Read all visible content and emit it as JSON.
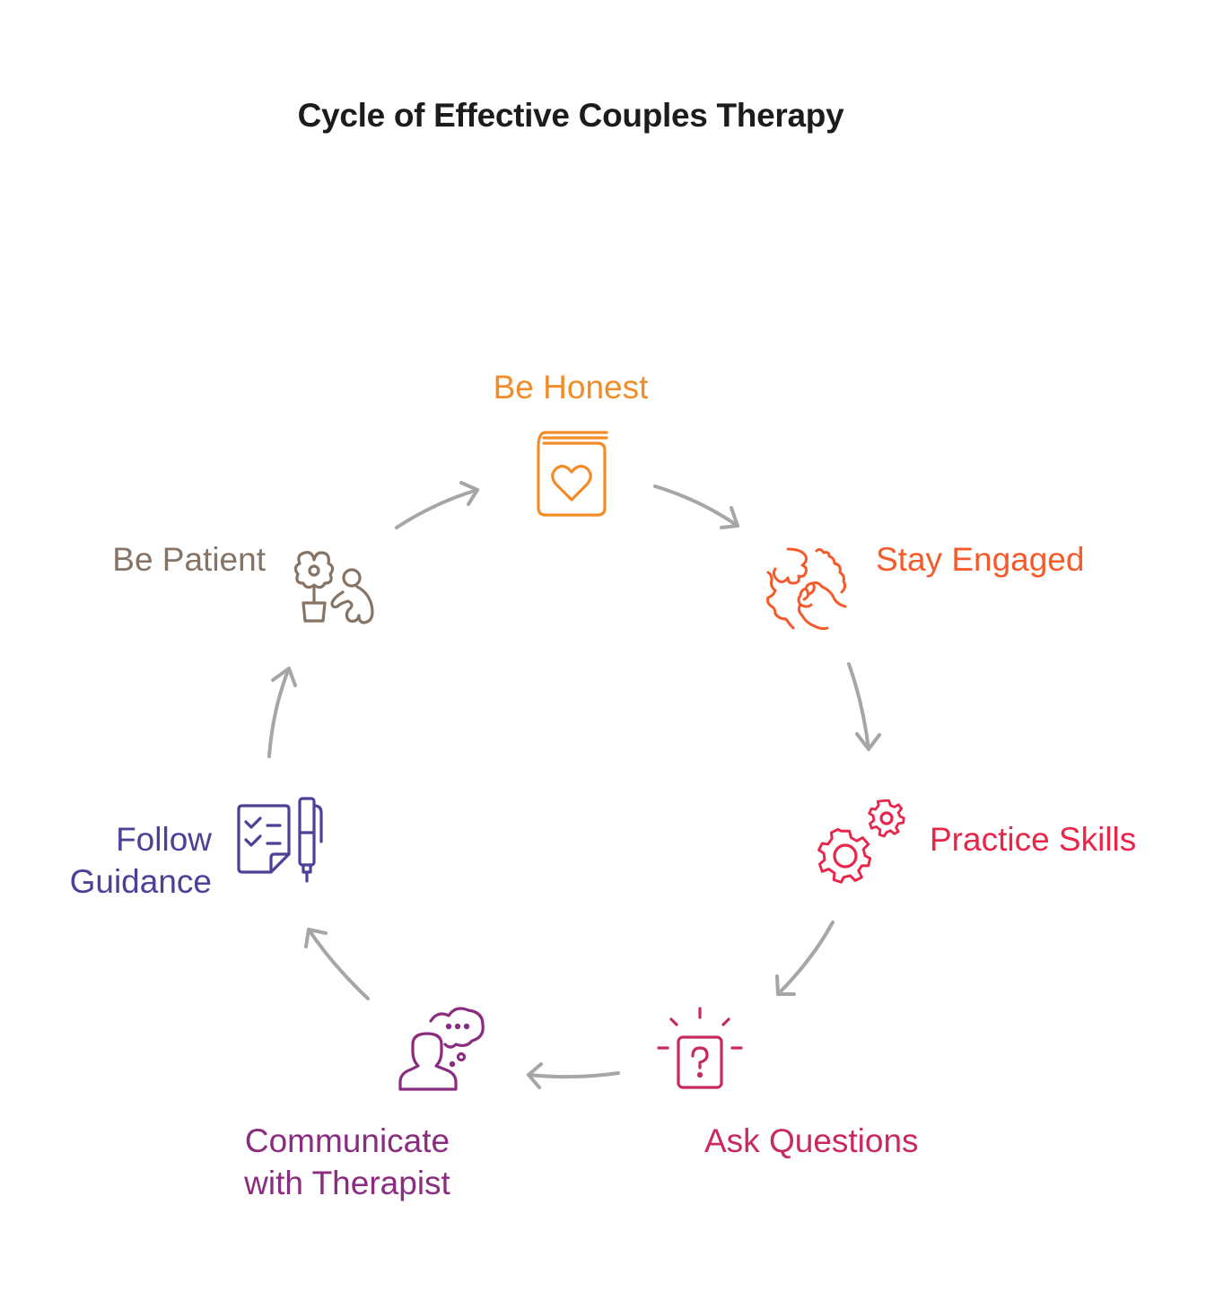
{
  "diagram": {
    "title": "Cycle of Effective Couples Therapy",
    "type": "cycle",
    "arrow_color": "#a6a6a6",
    "steps": [
      {
        "label": "Be Honest",
        "icon": "book-heart-icon",
        "color": "#f28c28"
      },
      {
        "label": "Stay Engaged",
        "icon": "handshake-hands-icon",
        "color": "#f55a2a"
      },
      {
        "label": "Practice Skills",
        "icon": "gears-icon",
        "color": "#e8264a"
      },
      {
        "label": "Ask Questions",
        "icon": "question-box-icon",
        "color": "#c82a5e"
      },
      {
        "label_line1": "Communicate",
        "label_line2": "with Therapist",
        "icon": "person-thought-bubble-icon",
        "color": "#8a2d80"
      },
      {
        "label_line1": "Follow",
        "label_line2": "Guidance",
        "icon": "checklist-pen-icon",
        "color": "#4e3f97"
      },
      {
        "label": "Be Patient",
        "icon": "person-plant-icon",
        "color": "#857465"
      }
    ],
    "flow": [
      "Be Honest",
      "Stay Engaged",
      "Practice Skills",
      "Ask Questions",
      "Communicate with Therapist",
      "Follow Guidance",
      "Be Patient"
    ]
  }
}
